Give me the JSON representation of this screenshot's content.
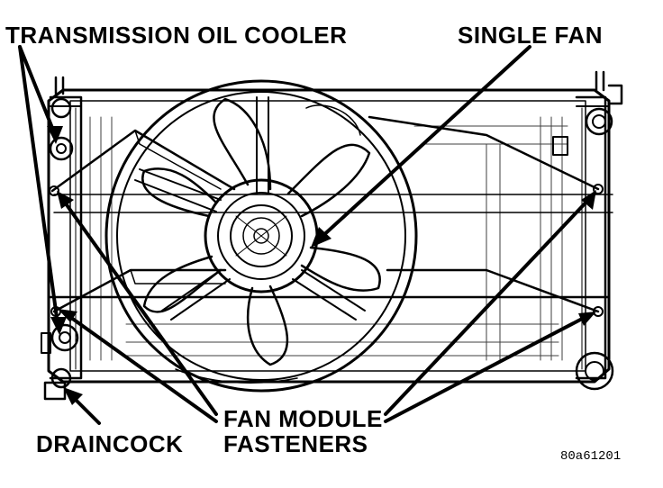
{
  "labels": {
    "transmission_oil_cooler": "TRANSMISSION OIL COOLER",
    "single_fan": "SINGLE FAN",
    "draincock": "DRAINCOCK",
    "fan_module_line1": "FAN MODULE",
    "fan_module_line2": "FASTENERS",
    "figure_code": "80a61201"
  }
}
